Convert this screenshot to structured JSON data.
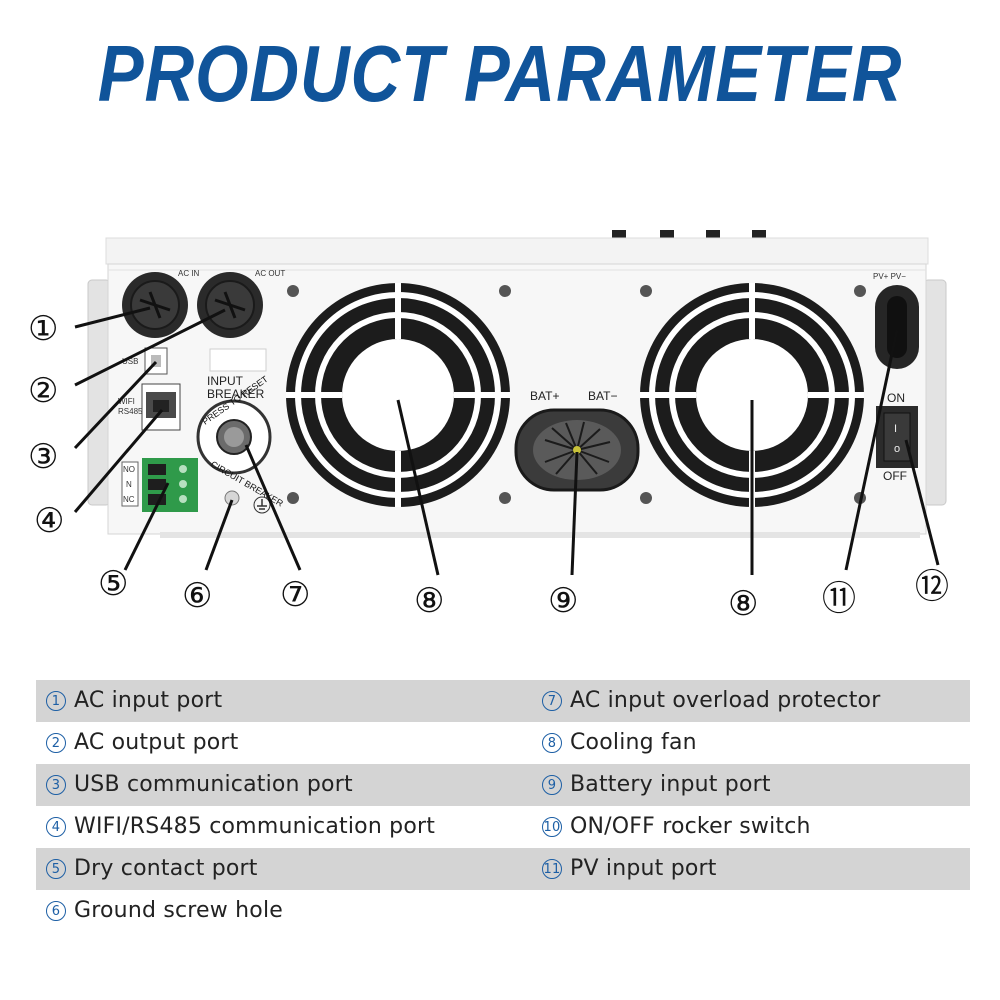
{
  "title": "PRODUCT PARAMETER",
  "device_labels": {
    "ac_in": "AC IN",
    "ac_out": "AC OUT",
    "usb": "USB",
    "wifi": "WIFI",
    "rs485": "RS485",
    "input_breaker_1": "INPUT",
    "input_breaker_2": "BREAKER",
    "breaker_ring_1": "PRESS TO RESET",
    "breaker_ring_2": "CIRCUIT BREAKER",
    "dry_no": "NO",
    "dry_n": "N",
    "dry_nc": "NC",
    "bat_plus": "BAT+",
    "bat_minus": "BAT−",
    "pv_labels": "PV+ PV−",
    "switch_on": "ON",
    "switch_off": "OFF",
    "switch_i": "I",
    "switch_o": "o"
  },
  "callouts": {
    "c1": "①",
    "c2": "②",
    "c3": "③",
    "c4": "④",
    "c5": "⑤",
    "c6": "⑥",
    "c7": "⑦",
    "c8a": "⑧",
    "c8b": "⑧",
    "c9": "⑨",
    "c11": "⑪",
    "c12": "⑫"
  },
  "legend": {
    "left": [
      {
        "num": "1",
        "label": "AC input port"
      },
      {
        "num": "2",
        "label": "AC output port"
      },
      {
        "num": "3",
        "label": "USB communication port"
      },
      {
        "num": "4",
        "label": "WIFI/RS485 communication port"
      },
      {
        "num": "5",
        "label": "Dry contact port"
      },
      {
        "num": "6",
        "label": "Ground screw hole"
      }
    ],
    "right": [
      {
        "num": "7",
        "label": "AC input overload protector"
      },
      {
        "num": "8",
        "label": "Cooling fan"
      },
      {
        "num": "9",
        "label": "Battery input port"
      },
      {
        "num": "10",
        "label": "ON/OFF rocker switch"
      },
      {
        "num": "11",
        "label": "PV input port"
      }
    ]
  },
  "colors": {
    "title_blue": "#10549a",
    "legend_shade": "#d4d4d4",
    "terminal_green": "#2f9a4a",
    "panel_white": "#f4f4f4"
  }
}
